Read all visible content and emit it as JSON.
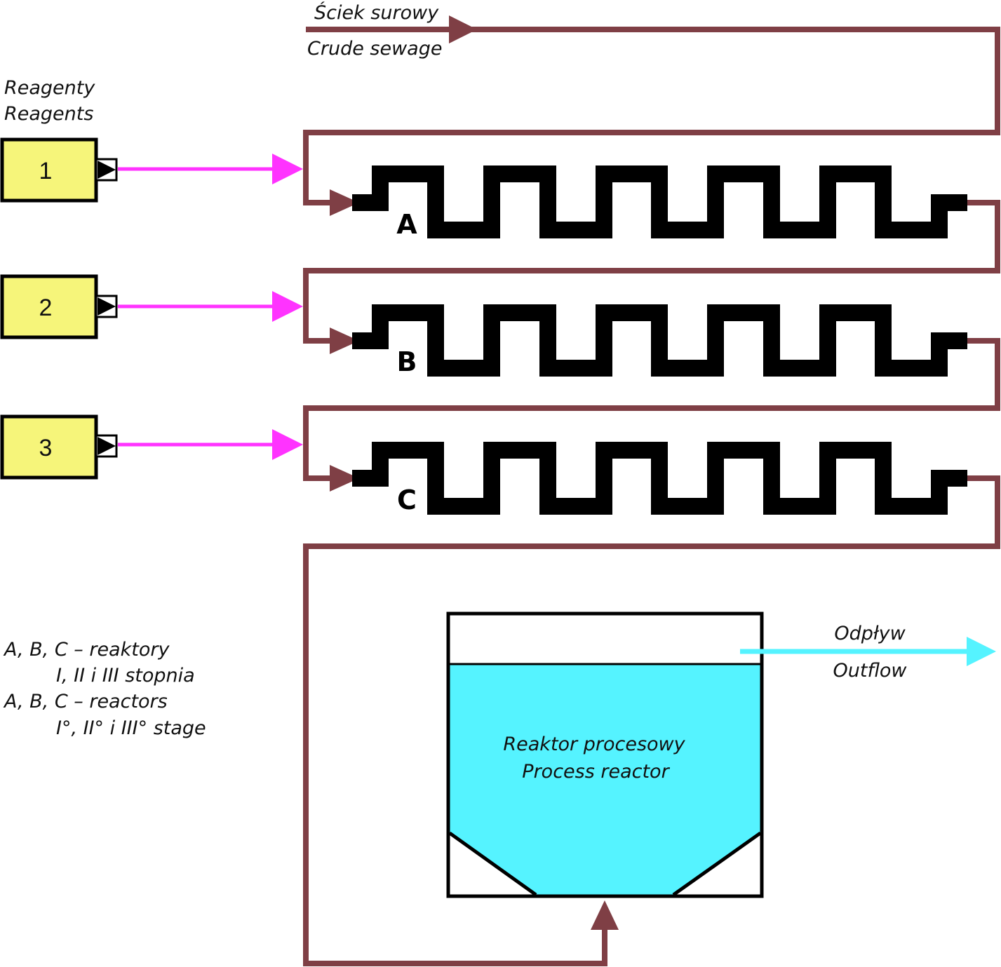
{
  "colors": {
    "sewage_line": "#7f3f45",
    "reagent_line": "#ff33ff",
    "outflow_line": "#55f3ff",
    "reagent_box_fill": "#f6f57a",
    "reactor_water": "#55f3ff"
  },
  "labels": {
    "crude_sewage_pl": "Ściek surowy",
    "crude_sewage_en": "Crude sewage",
    "reagents_pl": "Reagenty",
    "reagents_en": "Reagents",
    "outflow_pl": "Odpływ",
    "outflow_en": "Outflow",
    "process_reactor_pl": "Reaktor procesowy",
    "process_reactor_en": "Process reactor"
  },
  "reagent_boxes": [
    "1",
    "2",
    "3"
  ],
  "reactors": [
    "A",
    "B",
    "C"
  ],
  "legend": [
    "A, B, C – reaktory",
    "I, II i III stopnia",
    "A, B, C – reactors",
    "I°, II° i III° stage"
  ]
}
